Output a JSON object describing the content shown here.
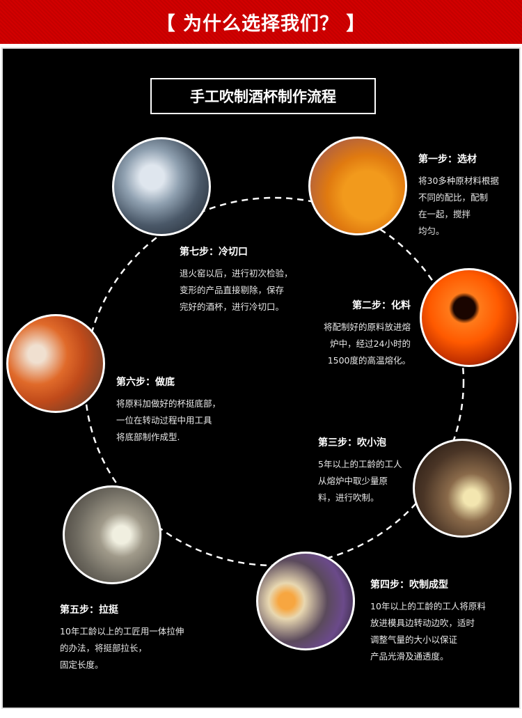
{
  "header": {
    "title": "【 为什么选择我们？ 】"
  },
  "process": {
    "title": "手工吹制酒杯制作流程"
  },
  "steps": [
    {
      "title": "第一步：选材",
      "body": "将30多种原材料根据\n不同的配比，配制\n在一起，搅拌\n均匀。"
    },
    {
      "title": "第二步：化料",
      "body": "将配制好的原料放进熔\n炉中，经过24小时的\n1500度的高温熔化。"
    },
    {
      "title": "第三步：吹小泡",
      "body": "5年以上的工龄的工人\n从熔炉中取少量原\n料，进行吹制。"
    },
    {
      "title": "第四步：吹制成型",
      "body": "10年以上的工龄的工人将原料\n放进模具边转动边吹，适时\n调整气量的大小以保证\n产品光滑及通透度。"
    },
    {
      "title": "第五步：拉挺",
      "body": "10年工龄以上的工匠用一体拉伸\n的办法，将挺部拉长，\n固定长度。"
    },
    {
      "title": "第六步：做底",
      "body": "将原料加做好的杯挺底部，\n一位在转动过程中用工具\n将底部制作成型."
    },
    {
      "title": "第七步：冷切口",
      "body": "退火窑以后，进行初次检验，\n变形的产品直接剔除，保存\n完好的酒杯，进行冷切口。"
    }
  ]
}
